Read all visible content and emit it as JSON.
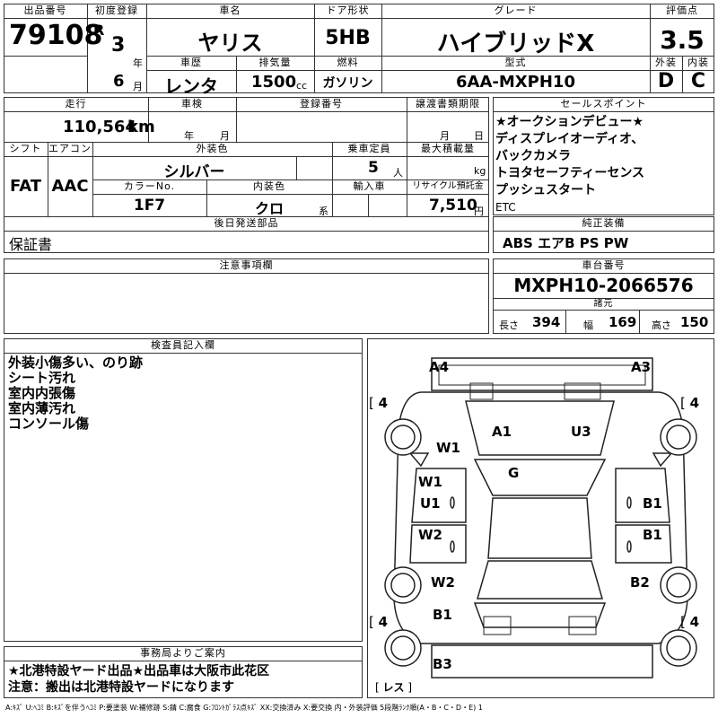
{
  "header": {
    "lot_label": "出品番号",
    "lot_no": "79108",
    "first_reg_label": "初度登録",
    "era": "R",
    "year": "3",
    "year_unit": "年",
    "month": "6",
    "month_unit": "月",
    "car_name_label": "車名",
    "car_name": "ヤリス",
    "door_label": "ドア形状",
    "door": "5HB",
    "grade_label": "グレード",
    "grade": "ハイブリッドX",
    "score_label": "評価点",
    "score": "3.5",
    "history_label": "車歴",
    "history": "レンタ",
    "displacement_label": "排気量",
    "displacement": "1500",
    "displacement_unit": "cc",
    "fuel_label": "燃料",
    "fuel": "ガソリン",
    "model_label": "型式",
    "model": "6AA-MXPH10",
    "ext_label": "外装",
    "ext": "D",
    "int_label": "内装",
    "int": "C"
  },
  "row2": {
    "mileage_label": "走行",
    "mileage": "110,564",
    "mileage_unit": "km",
    "inspection_label": "車検",
    "insp_year_unit": "年",
    "insp_month_unit": "月",
    "regno_label": "登録番号",
    "transfer_label": "譲渡書類期限",
    "transfer_month_unit": "月",
    "transfer_day_unit": "日",
    "shift_label": "シフト",
    "shift": "FAT",
    "ac_label": "エアコン",
    "ac": "AAC",
    "color_label": "外装色",
    "color": "シルバー",
    "capacity_label": "乗車定員",
    "capacity": "5",
    "capacity_unit": "人",
    "load_label": "最大積載量",
    "load_unit": "kg",
    "colorno_label": "カラーNo.",
    "colorno": "1F7",
    "intcolor_label": "内装色",
    "intcolor": "クロ",
    "intcolor_unit": "系",
    "import_label": "輸入車",
    "recycle_label": "リサイクル預託金",
    "recycle": "7,510",
    "recycle_unit": "円",
    "later_label": "後日発送部品",
    "later": "保証書"
  },
  "sales": {
    "label": "セールスポイント",
    "lines": [
      "★オークションデビュー★",
      "ディスプレイオーディオ、",
      "バックカメラ",
      "トヨタセーフティーセンス",
      "プッシュスタート",
      "ETC"
    ]
  },
  "equip": {
    "label": "純正装備",
    "value": "ABS エアB PS PW"
  },
  "notes": {
    "label": "注意事項欄"
  },
  "chassis": {
    "label": "車台番号",
    "value": "MXPH10-2066576",
    "dims_label": "諸元",
    "length_label": "長さ",
    "length": "394",
    "width_label": "幅",
    "width": "169",
    "height_label": "高さ",
    "height": "150"
  },
  "inspector": {
    "label": "検査員記入欄",
    "lines": [
      "外装小傷多い、のり跡",
      "シート汚れ",
      "室内内張傷",
      "室内薄汚れ",
      "コンソール傷"
    ]
  },
  "office": {
    "label": "事務局よりご案内",
    "lines": [
      "★北港特設ヤード出品★出品車は大阪市此花区",
      "注意：搬出は北港特設ヤードになります"
    ]
  },
  "diagram": {
    "marks": {
      "a4": "A4",
      "a3": "A3",
      "w1_front": "W1",
      "a1": "A1",
      "u3": "U3",
      "g": "G",
      "w1_left": "W1",
      "u1_left": "U1",
      "b1_right1": "B1",
      "w2_left": "W2",
      "b1_right2": "B1",
      "w2_rear": "W2",
      "b2_rear": "B2",
      "b1_rear": "B1",
      "b3": "B3"
    },
    "tires": {
      "fl": "4",
      "fr": "4",
      "rl": "4",
      "rr": "4"
    },
    "spare": "レス"
  },
  "legend": "A:ｷｽﾞ  U:ﾍｺﾐ  B:ｷｽﾞを伴うﾍｺﾐ  P:要塗装  W:補修跡  S:錆  C:腐食  G:ﾌﾛﾝﾄｶﾞﾗｽ点ｷｽﾞ  XX:交換済み  X:要交換   内・外装評価  5段階ﾗﾝｸ順(A・B・C・D・E)  1"
}
